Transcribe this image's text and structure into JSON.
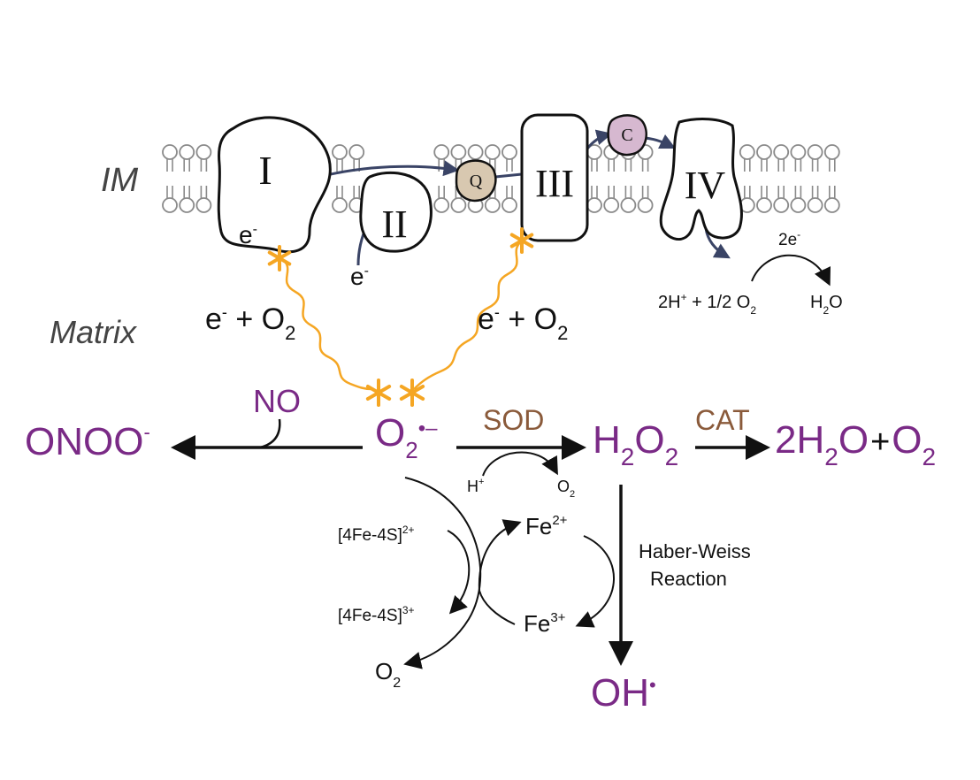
{
  "compartments": {
    "membrane": "IM",
    "matrix": "Matrix"
  },
  "complexes": {
    "complex_1": "I",
    "complex_2": "II",
    "complex_3": "III",
    "complex_4": "IV",
    "ubiquinone": "Q",
    "cytochrome_c": "C"
  },
  "electrons": {
    "e_complex1": "e",
    "e_complex2": "e",
    "minus": "-",
    "leak_left": {
      "e": "e",
      "minus": "-",
      "plus": " + O",
      "sub": "2"
    },
    "leak_right": {
      "e": "e",
      "minus": "-",
      "plus": " + O",
      "sub": "2"
    }
  },
  "complex4_reaction": {
    "left": "2H",
    "left_sup": "+",
    "middle": " + 1/2 O",
    "middle_sub": "2",
    "electrons": "2e",
    "electrons_sup": "-",
    "product": "H",
    "product_sub": "2",
    "product_end": "O"
  },
  "species": {
    "superoxide": {
      "base": "O",
      "sub": "2",
      "charge": "•–"
    },
    "peroxynitrite": {
      "base": "ONOO",
      "sup": "-"
    },
    "nitric_oxide": "NO",
    "hydrogen_peroxide": {
      "h": "H",
      "sub1": "2",
      "o": "O",
      "sub2": "2"
    },
    "water_oxygen": {
      "part1": "2H",
      "sub1": "2",
      "part2": "O",
      "plus": "+",
      "part3": "O",
      "sub2": "2"
    },
    "hydroxyl": {
      "base": "OH",
      "dot": "•"
    }
  },
  "enzymes": {
    "sod": "SOD",
    "cat": "CAT"
  },
  "sod_side": {
    "h": "H",
    "h_sup": "+",
    "o": "O",
    "o_sub": "2"
  },
  "iron_sulfur": {
    "reduced": "[4Fe-4S]",
    "reduced_sup": "2+",
    "oxidized": "[4Fe-4S]",
    "oxidized_sup": "3+",
    "o2": "O",
    "o2_sub": "2"
  },
  "iron": {
    "fe2": "Fe",
    "fe2_sup": "2+",
    "fe3": "Fe",
    "fe3_sup": "3+"
  },
  "haber_weiss": {
    "line1": "Haber-Weiss",
    "line2": "Reaction"
  },
  "colors": {
    "purple": "#7a2a86",
    "brown": "#8a5a3a",
    "orange": "#f5a623",
    "navy": "#3a4466",
    "ubiquinone_fill": "#d8c8b0",
    "cytc_fill": "#d6b8d0"
  }
}
